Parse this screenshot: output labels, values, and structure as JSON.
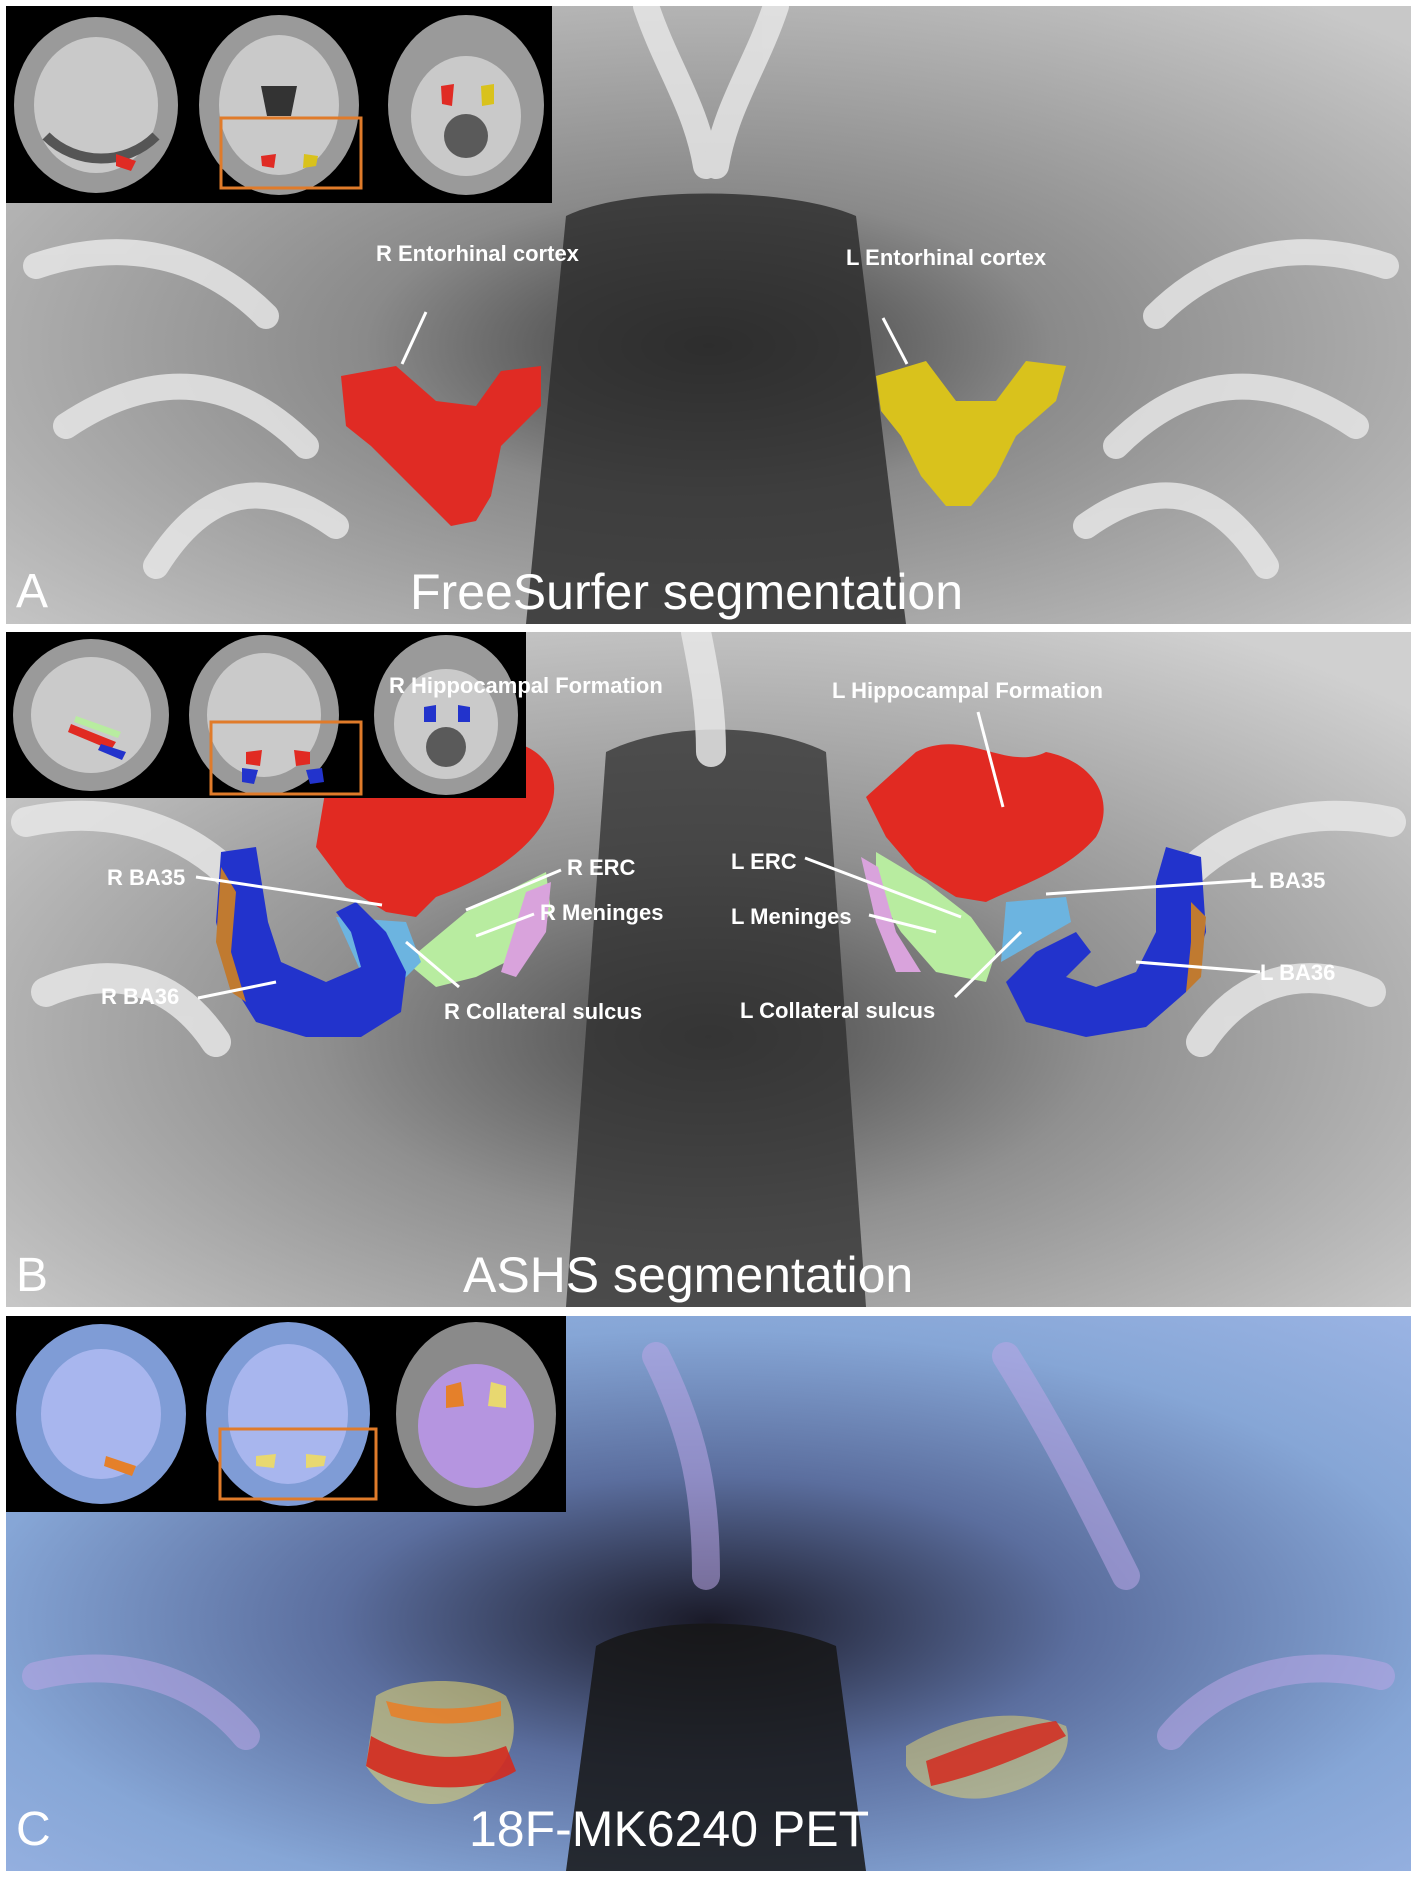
{
  "panels": [
    {
      "letter": "A",
      "caption": "FreeSurfer segmentation",
      "labels": {
        "r_entorhinal": "R Entorhinal cortex",
        "l_entorhinal": "L Entorhinal cortex"
      },
      "colors": {
        "right": "#e02b24",
        "left": "#d9c21c",
        "inset_box": "#e07b2a"
      }
    },
    {
      "letter": "B",
      "caption": "ASHS segmentation",
      "labels": {
        "r_hippocampal": "R Hippocampal Formation",
        "l_hippocampal": "L Hippocampal Formation",
        "r_erc": "R ERC",
        "l_erc": "L ERC",
        "r_meninges": "R Meninges",
        "l_meninges": "L Meninges",
        "r_ba35": "R BA35",
        "l_ba35": "L BA35",
        "r_ba36": "R BA36",
        "l_ba36": "L BA36",
        "r_collateral": "R Collateral sulcus",
        "l_collateral": "L Collateral sulcus"
      },
      "colors": {
        "hippocampal": "#e12a22",
        "ba36": "#2233cc",
        "ba35": "#6cb4e0",
        "erc": "#b8eca0",
        "meninges": "#d9a3dc",
        "collateral": "#c07a30"
      }
    },
    {
      "letter": "C",
      "caption": "18F-MK6240 PET"
    }
  ]
}
